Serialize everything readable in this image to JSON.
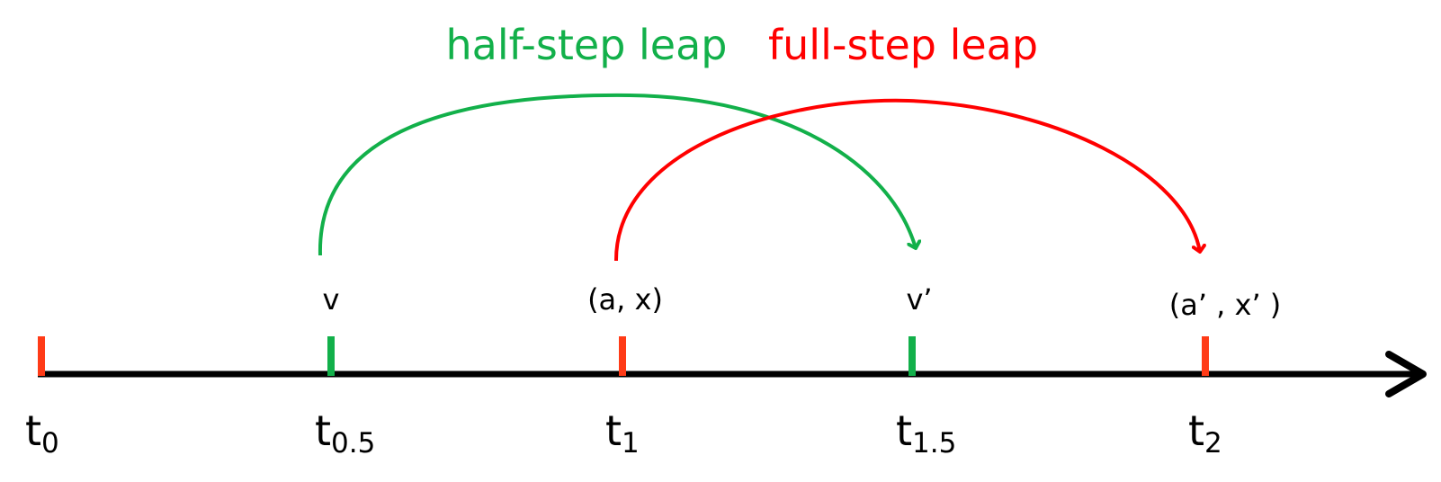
{
  "colors": {
    "half_step": "#12b04a",
    "full_step": "#ff0000",
    "tick_red": "#ff3b17",
    "axis": "#000000"
  },
  "leaps": {
    "half_step": "half-step leap",
    "full_step": "full-step leap"
  },
  "time_points": [
    {
      "base": "t",
      "sub": "0"
    },
    {
      "base": "t",
      "sub": "0.5"
    },
    {
      "base": "t",
      "sub": "1"
    },
    {
      "base": "t",
      "sub": "1.5"
    },
    {
      "base": "t",
      "sub": "2"
    }
  ],
  "variables": {
    "v": "v",
    "ax": "(a, x)",
    "v_prime": "v’",
    "ax_prime": "(a’ , x’ )"
  }
}
